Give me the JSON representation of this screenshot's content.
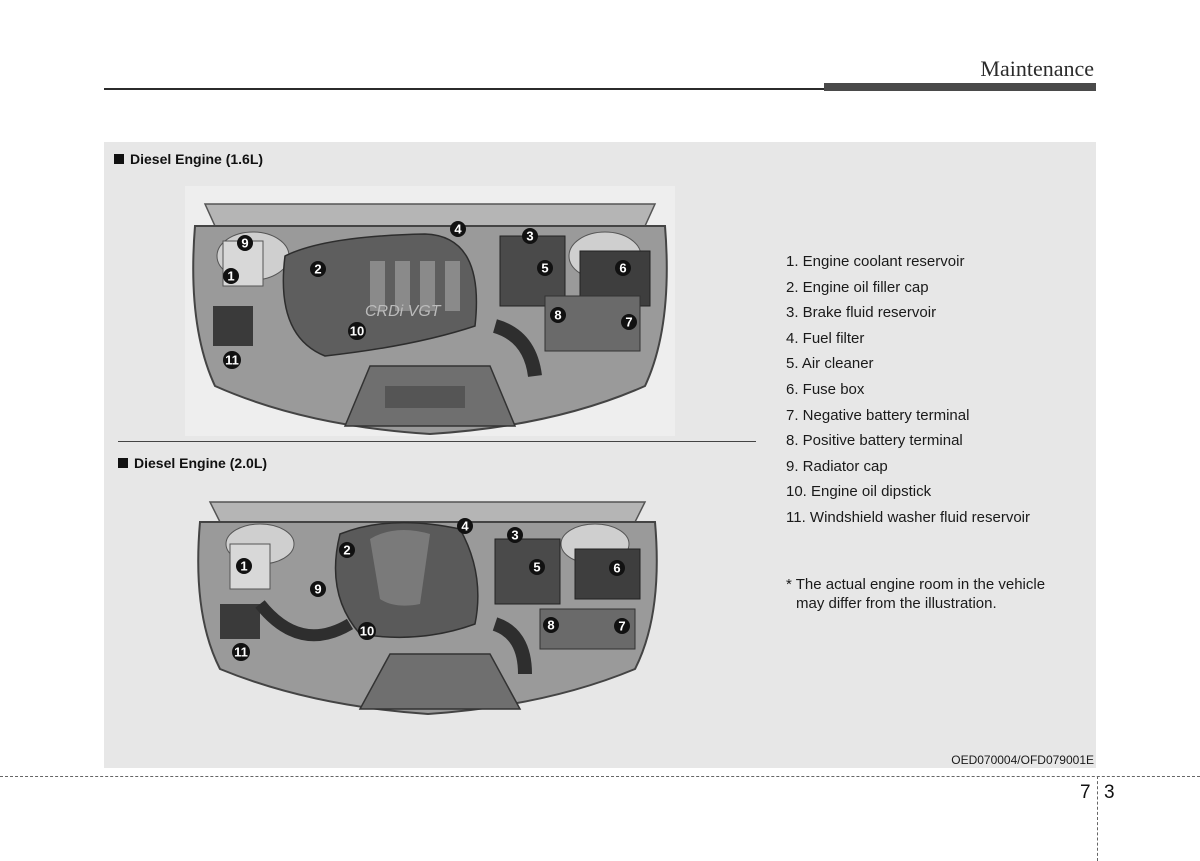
{
  "header": {
    "section_title": "Maintenance"
  },
  "sections": [
    {
      "heading": "Diesel Engine (1.6L)"
    },
    {
      "heading": "Diesel Engine (2.0L)"
    }
  ],
  "callouts": [
    "1",
    "2",
    "3",
    "4",
    "5",
    "6",
    "7",
    "8",
    "9",
    "10",
    "11"
  ],
  "engine_badge_1": "CRDi VGT",
  "legend": [
    "1. Engine coolant reservoir",
    "2. Engine oil filler cap",
    "3. Brake fluid reservoir",
    "4. Fuel filter",
    "5. Air cleaner",
    "6. Fuse box",
    "7. Negative battery terminal",
    "8. Positive battery terminal",
    "9. Radiator cap",
    "10. Engine oil dipstick",
    "11. Windshield washer fluid reservoir"
  ],
  "note": {
    "line1": "* The actual engine room in the vehicle",
    "line2": "may differ from the illustration."
  },
  "figure_code": "OED070004/OFD079001E",
  "footer": {
    "chapter": "7",
    "page": "3"
  },
  "colors": {
    "panel_bg": "#e7e7e7",
    "callout": "#111111"
  }
}
